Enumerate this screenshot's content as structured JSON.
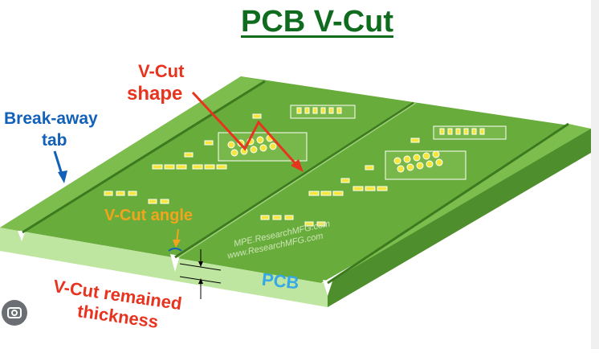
{
  "title": "PCB V-Cut",
  "labels": {
    "vcut_shape_line1": "V-Cut",
    "vcut_shape_line2": "shape",
    "breakaway_line1": "Break-away",
    "breakaway_line2": "tab",
    "vcut_angle": "V-Cut angle",
    "remained_line1": "V-Cut remained",
    "remained_line2": "thickness",
    "pcb": "PCB"
  },
  "stamps": {
    "left1": "MPE.ResearchMFG.com",
    "left2": "www.ResearchMFG.com"
  },
  "colors": {
    "title": "#0f6b1e",
    "red_label": "#e8331f",
    "blue_label": "#1260b8",
    "orange_label": "#f2a41c",
    "pcb_label": "#36a8e8",
    "board_top": "#6aae3e",
    "board_edge": "#bfe6a0",
    "pad": "#f4e73a"
  },
  "icons": [
    "lens-search-icon"
  ]
}
